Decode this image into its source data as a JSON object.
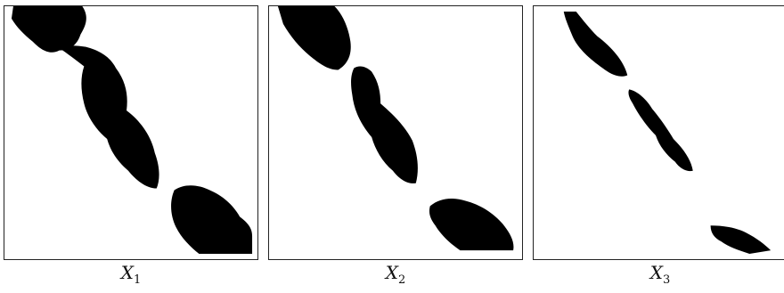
{
  "figures": [
    {
      "var": "X",
      "sub": "1"
    },
    {
      "var": "X",
      "sub": "2"
    },
    {
      "var": "X",
      "sub": "3"
    }
  ],
  "colors": {
    "fill": "#000000",
    "frame": "#222222",
    "background": "#ffffff"
  }
}
